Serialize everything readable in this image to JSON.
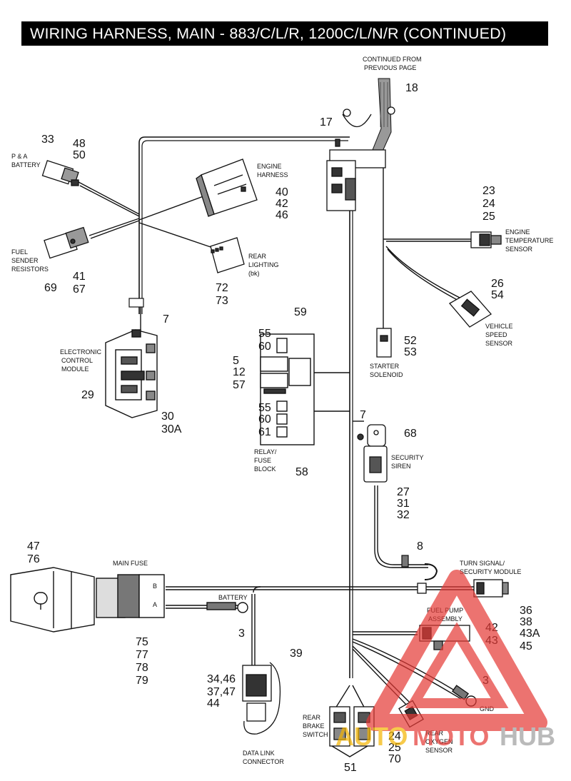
{
  "title": "WIRING HARNESS, MAIN - 883/C/L/R, 1200C/L/N/R (CONTINUED)",
  "labels": {
    "continued_1": "CONTINUED FROM",
    "continued_2": "PREVIOUS PAGE",
    "pa_1": "P & A",
    "pa_2": "BATTERY",
    "engine_harness_1": "ENGINE",
    "engine_harness_2": "HARNESS",
    "fuel_1": "FUEL",
    "fuel_2": "SENDER",
    "fuel_3": "RESISTORS",
    "rear_lighting_1": "REAR",
    "rear_lighting_2": "LIGHTING",
    "rear_lighting_3": "(bk)",
    "ecm_1": "ELECTRONIC",
    "ecm_2": "CONTROL",
    "ecm_3": "MODULE",
    "ets_1": "ENGINE",
    "ets_2": "TEMPERATURE",
    "ets_3": "SENSOR",
    "vss_1": "VEHICLE",
    "vss_2": "SPEED",
    "vss_3": "SENSOR",
    "starter_1": "STARTER",
    "starter_2": "SOLENOID",
    "relay_1": "RELAY/",
    "relay_2": "FUSE",
    "relay_3": "BLOCK",
    "siren_1": "SECURITY",
    "siren_2": "SIREN",
    "main_fuse": "MAIN FUSE",
    "turn_1": "TURN SIGNAL/",
    "turn_2": "SECURITY MODULE",
    "battery": "BATTERY",
    "fuel_pump_1": "FUEL PUMP",
    "fuel_pump_2": "ASSEMBLY",
    "gnd": "GND",
    "rear_brake_1": "REAR",
    "rear_brake_2": "BRAKE",
    "rear_brake_3": "SWITCH",
    "oxygen_1": "REAR",
    "oxygen_2": "OXYGEN",
    "oxygen_3": "SENSOR",
    "data_link_1": "DATA LINK",
    "data_link_2": "CONNECTOR",
    "fuse_b": "B",
    "fuse_a": "A"
  },
  "callouts": {
    "c18": "18",
    "c17": "17",
    "c33": "33",
    "c48": "48",
    "c50": "50",
    "c40": "40",
    "c42a": "42",
    "c46a": "46",
    "c41": "41",
    "c67": "67",
    "c69": "69",
    "c72": "72",
    "c73": "73",
    "c23": "23",
    "c24a": "24",
    "c25a": "25",
    "c26": "26",
    "c54": "54",
    "c7a": "7",
    "c29": "29",
    "c30": "30",
    "c30a": "30A",
    "c59": "59",
    "c55a": "55",
    "c60a": "60",
    "c5": "5",
    "c12": "12",
    "c57": "57",
    "c55b": "55",
    "c60b": "60",
    "c61": "61",
    "c58": "58",
    "c52": "52",
    "c53": "53",
    "c7b": "7",
    "c68": "68",
    "c27": "27",
    "c31": "31",
    "c32": "32",
    "c47": "47",
    "c76": "76",
    "c8": "8",
    "c36": "36",
    "c38": "38",
    "c43a": "43A",
    "c45": "45",
    "c3a": "3",
    "c75": "75",
    "c77": "77",
    "c78": "78",
    "c79": "79",
    "c42b": "42",
    "c43": "43",
    "c39": "39",
    "c3b": "3",
    "c3446": "34,46",
    "c3747": "37,47",
    "c44": "44",
    "c24b": "24",
    "c25b": "25",
    "c70": "70",
    "c51": "51"
  },
  "watermark": {
    "auto": "AUTO",
    "moto": "MOTO",
    "hub": "HUB"
  },
  "colors": {
    "ink": "#111111",
    "watermark_red": "#e53935",
    "watermark_orange": "#f5b400",
    "watermark_gray": "#9e9e9e"
  }
}
